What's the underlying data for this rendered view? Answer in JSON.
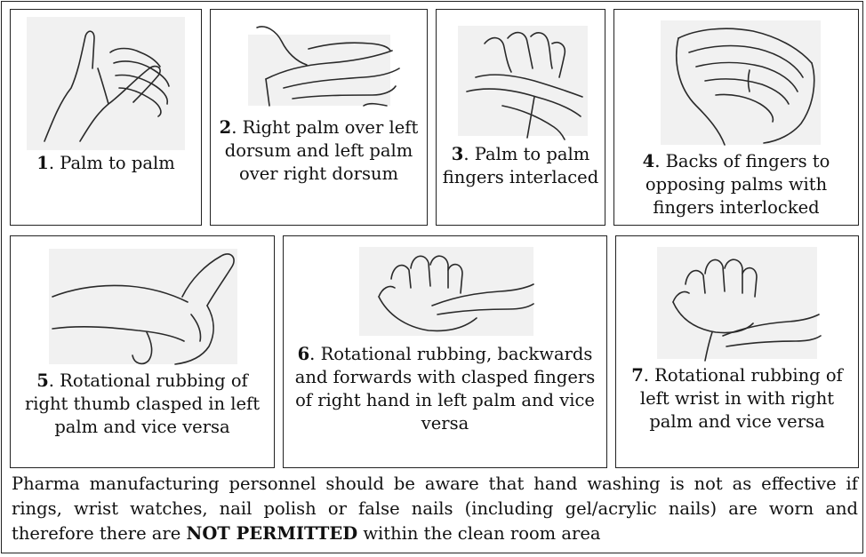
{
  "steps": [
    {
      "num": "1",
      "text": ". Palm to palm"
    },
    {
      "num": "2",
      "text": ". Right palm over left dorsum and left palm over right dorsum"
    },
    {
      "num": "3",
      "text": ". Palm to palm fingers interlaced"
    },
    {
      "num": "4",
      "text": ". Backs of fingers to opposing palms with fingers interlocked"
    },
    {
      "num": "5",
      "text": ". Rotational rubbing of right thumb clasped in left palm and vice versa"
    },
    {
      "num": "6",
      "text": ". Rotational rubbing, backwards and forwards with clasped fingers of right hand in left palm and vice versa"
    },
    {
      "num": "7",
      "text": ". Rotational rubbing of left wrist in with right palm and vice versa"
    }
  ],
  "icons": [
    "hand-palm-to-palm-icon",
    "hand-palm-over-dorsum-icon",
    "hand-fingers-interlaced-icon",
    "hand-fingers-interlocked-icon",
    "hand-thumb-rub-icon",
    "hand-fingertips-rub-icon",
    "hand-wrist-rub-icon"
  ],
  "note": {
    "before": "Pharma manufacturing personnel should be aware that hand washing is not as effective if rings, wrist watches, nail polish or false nails (including gel/acrylic nails) are worn and therefore there are ",
    "emphasis": "NOT PERMITTED",
    "after": " within the clean room area"
  }
}
